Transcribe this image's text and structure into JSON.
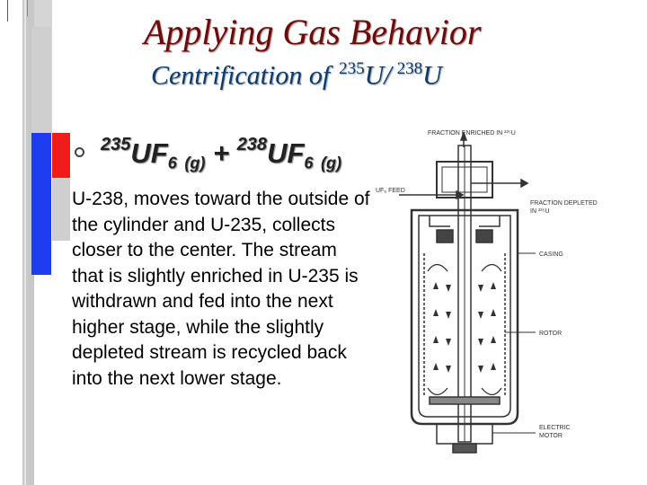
{
  "slide": {
    "title": "Applying Gas Behavior",
    "subtitle_text": "Centrification of",
    "subtitle_isotope_1": "235",
    "subtitle_mid": "U/",
    "subtitle_isotope_2": "238",
    "subtitle_end": "U"
  },
  "equation": {
    "iso1": "235",
    "mol1": "UF",
    "sub1": "6",
    "state1": "(g)",
    "plus": "+",
    "iso2": "238",
    "mol2": "UF",
    "sub2": "6",
    "state2": "(g)"
  },
  "body_text": "U-238, moves toward the outside of the cylinder and U-235, collects closer to the center. The stream that is slightly enriched in U-235 is withdrawn and fed into the next higher stage, while the slightly depleted stream is recycled back into the next lower stage.",
  "diagram": {
    "label_enriched": "FRACTION ENRICHED IN ²³⁵U",
    "label_feed": "UF₆ FEED",
    "label_depleted_1": "FRACTION DEPLETED",
    "label_depleted_2": "IN ²³⁵U",
    "label_casing": "CASING",
    "label_rotor": "ROTOR",
    "label_motor_1": "ELECTRIC",
    "label_motor_2": "MOTOR"
  },
  "colors": {
    "title": "#6b0c0c",
    "subtitle": "#113a66",
    "accent_blue": "#1f3df0",
    "accent_red": "#ee1c1c"
  }
}
